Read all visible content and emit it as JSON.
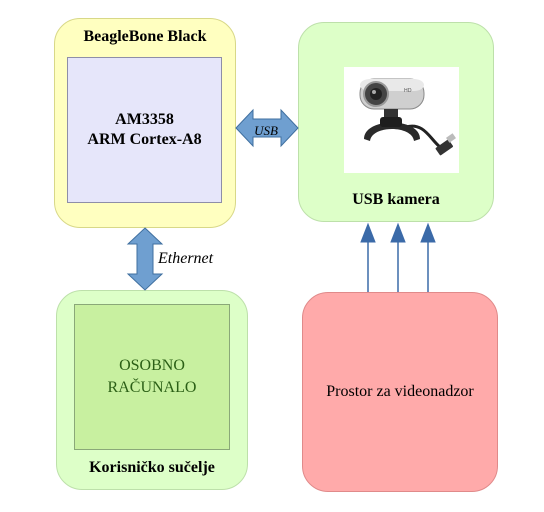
{
  "beaglebone": {
    "title": "BeagleBone Black",
    "cpu_line1": "AM3358",
    "cpu_line2": "ARM Cortex-A8"
  },
  "camera": {
    "title": "USB kamera",
    "photo_icon": "webcam-icon"
  },
  "pc": {
    "inner_line1": "OSOBNO",
    "inner_line2": "RAČUNALO",
    "title": "Korisničko sučelje"
  },
  "space": {
    "label": "Prostor za videonadzor"
  },
  "links": {
    "usb": "USB",
    "ethernet": "Ethernet"
  },
  "colors": {
    "arrow_fill": "#6f9fd0",
    "arrow_stroke": "#3f6f9f",
    "up_arrow": "#3b6aa8",
    "beaglebone_bg": "#ffffc0",
    "inner_cpu_bg": "#e6e6fa",
    "green_bg": "#ddffc8",
    "pc_inner_bg": "#c8f0a0",
    "space_bg": "#ffaaaa"
  }
}
